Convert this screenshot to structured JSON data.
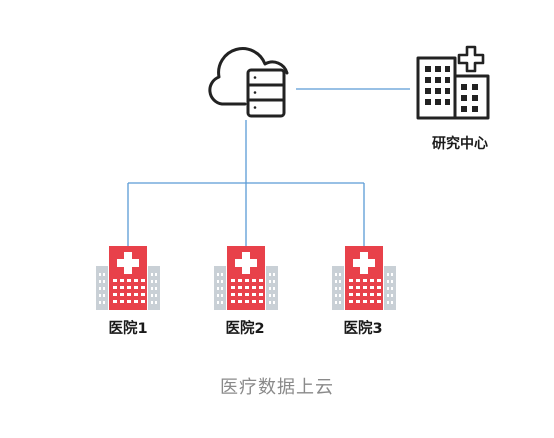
{
  "diagram": {
    "research_center": {
      "label": "研究中心",
      "icon": "research-center-building-icon"
    },
    "cloud": {
      "icon": "cloud-server-icon"
    },
    "hospitals": [
      {
        "label": "医院1",
        "icon": "hospital-building-icon"
      },
      {
        "label": "医院2",
        "icon": "hospital-building-icon"
      },
      {
        "label": "医院3",
        "icon": "hospital-building-icon"
      }
    ],
    "caption": "医疗数据上云",
    "colors": {
      "line": "#5b9bd5",
      "hospital_red": "#e8414a",
      "hospital_gray": "#c9d0d6",
      "icon_dark": "#222222",
      "caption": "#8a8a8a"
    }
  }
}
